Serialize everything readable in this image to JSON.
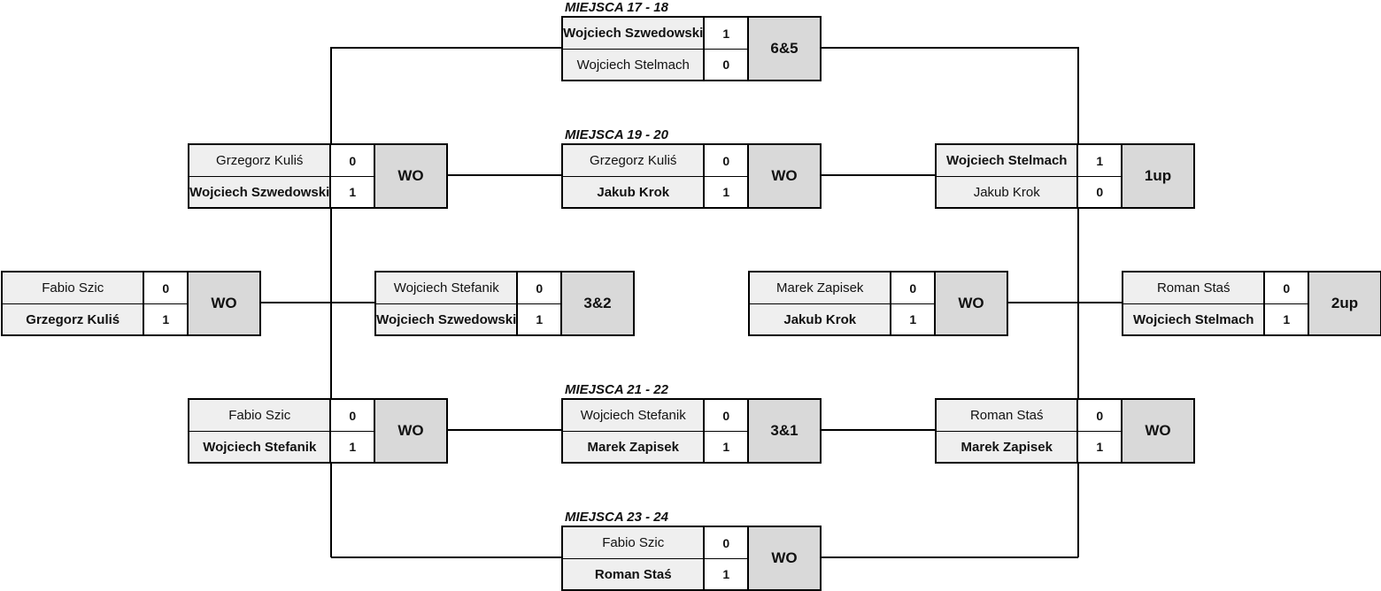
{
  "labels": {
    "m17": "MIEJSCA 17 - 18",
    "m19": "MIEJSCA 19 - 20",
    "m21": "MIEJSCA 21 - 22",
    "m23": "MIEJSCA 23 - 24"
  },
  "matches": [
    {
      "p1": "Wojciech Szwedowski",
      "s1": "1",
      "p2": "Wojciech Stelmach",
      "s2": "0",
      "result": "6&5"
    },
    {
      "p1": "Grzegorz Kuliś",
      "s1": "0",
      "p2": "Wojciech Szwedowski",
      "s2": "1",
      "result": "WO"
    },
    {
      "p1": "Grzegorz Kuliś",
      "s1": "0",
      "p2": "Jakub Krok",
      "s2": "1",
      "result": "WO"
    },
    {
      "p1": "Wojciech Stelmach",
      "s1": "1",
      "p2": "Jakub Krok",
      "s2": "0",
      "result": "1up"
    },
    {
      "p1": "Fabio Szic",
      "s1": "0",
      "p2": "Grzegorz Kuliś",
      "s2": "1",
      "result": "WO"
    },
    {
      "p1": "Wojciech Stefanik",
      "s1": "0",
      "p2": "Wojciech Szwedowski",
      "s2": "1",
      "result": "3&2"
    },
    {
      "p1": "Marek Zapisek",
      "s1": "0",
      "p2": "Jakub Krok",
      "s2": "1",
      "result": "WO"
    },
    {
      "p1": "Roman Staś",
      "s1": "0",
      "p2": "Wojciech Stelmach",
      "s2": "1",
      "result": "2up"
    },
    {
      "p1": "Fabio Szic",
      "s1": "0",
      "p2": "Wojciech Stefanik",
      "s2": "1",
      "result": "WO"
    },
    {
      "p1": "Wojciech Stefanik",
      "s1": "0",
      "p2": "Marek Zapisek",
      "s2": "1",
      "result": "3&1"
    },
    {
      "p1": "Roman Staś",
      "s1": "0",
      "p2": "Marek Zapisek",
      "s2": "1",
      "result": "WO"
    },
    {
      "p1": "Fabio Szic",
      "s1": "0",
      "p2": "Roman Staś",
      "s2": "1",
      "result": "WO"
    }
  ]
}
